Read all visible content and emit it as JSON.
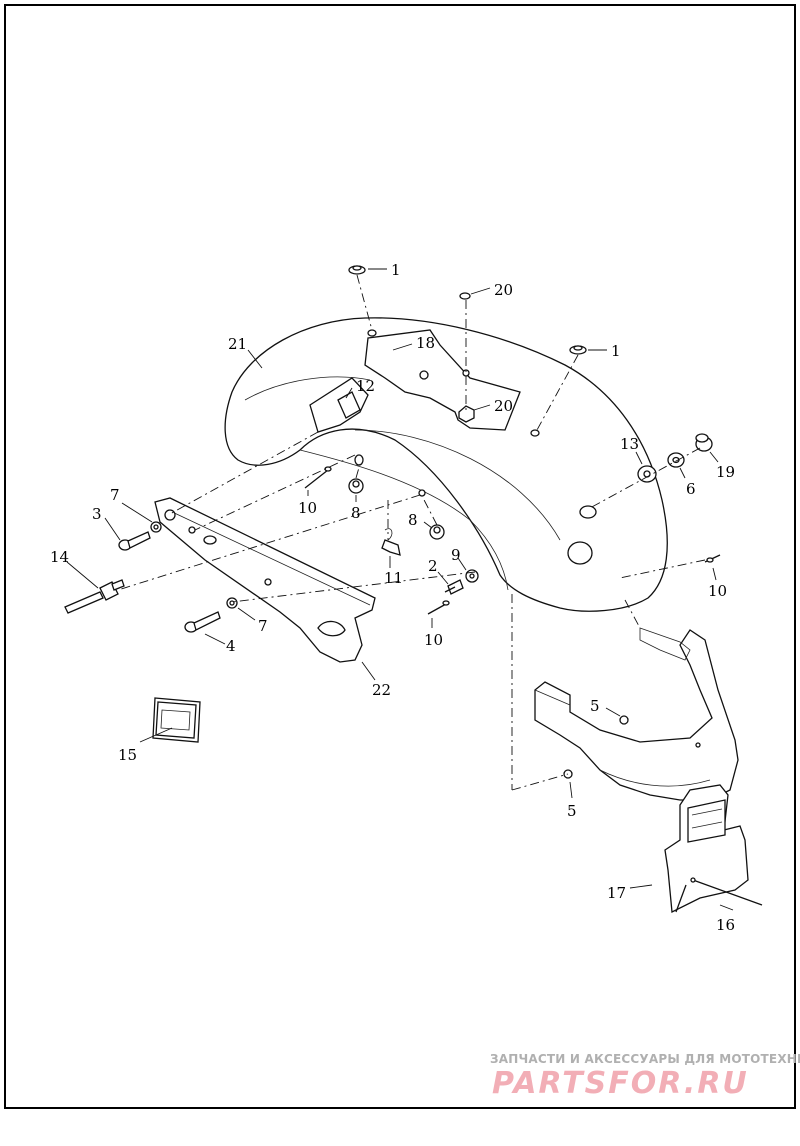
{
  "diagram": {
    "callouts": [
      "1",
      "20",
      "1",
      "21",
      "18",
      "12",
      "20",
      "13",
      "6",
      "19",
      "10",
      "8",
      "7",
      "3",
      "8",
      "11",
      "9",
      "2",
      "14",
      "10",
      "4",
      "7",
      "22",
      "10",
      "15",
      "5",
      "5",
      "17",
      "16"
    ]
  },
  "watermark": {
    "text": "ЗАПЧАСТИ И АКСЕССУАРЫ ДЛЯ МОТОТЕХНИКИ",
    "logo": "PARTSFOR.RU",
    "color": "#f2aeb6"
  }
}
